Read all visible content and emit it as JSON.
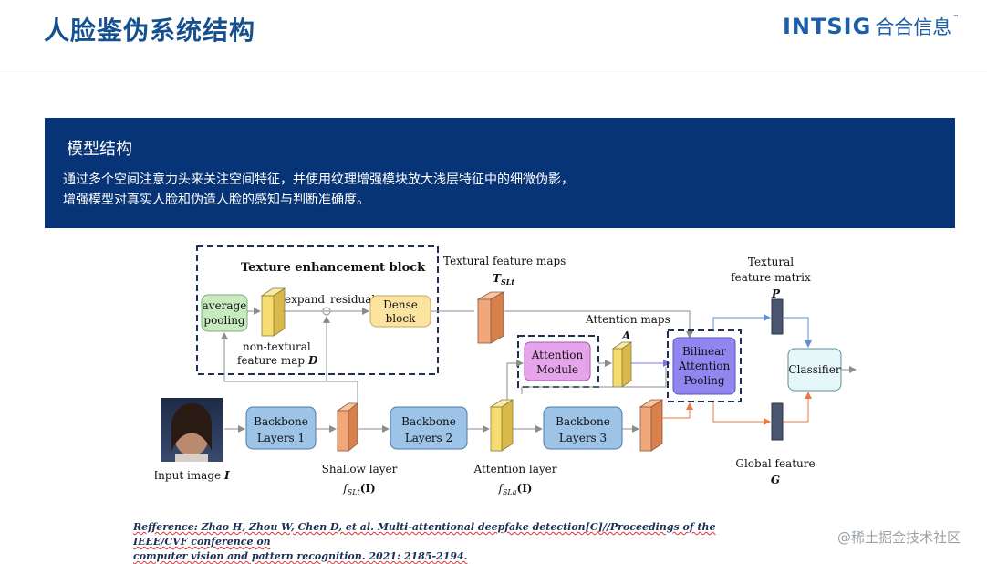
{
  "slide": {
    "title": "人脸鉴伪系统结构"
  },
  "logo": {
    "text": "INTSIG",
    "chinese": "合合信息",
    "tm": "™"
  },
  "panel": {
    "heading": "模型结构",
    "body_line1": "通过多个空间注意力头来关注空间特征，并使用纹理增强模块放大浅层特征中的细微伪影，",
    "body_line2": "增强模型对真实人脸和伪造人脸的感知与判断准确度。"
  },
  "diagram": {
    "texture_block_title": "Texture enhancement block",
    "average_pooling": [
      "average",
      "pooling"
    ],
    "expand": "expand",
    "residual": "residual",
    "dense_block": [
      "Dense",
      "block"
    ],
    "non_textural": [
      "non-textural",
      "feature map"
    ],
    "non_textural_symbol": "D",
    "textural_feature_maps": "Textural feature maps",
    "tsl_symbol": "T",
    "tsl_sub": "SLt",
    "attention_maps": "Attention maps",
    "attention_symbol": "A",
    "attention_module": [
      "Attention",
      "Module"
    ],
    "textural_feature_matrix": [
      "Textural",
      "feature matrix"
    ],
    "matrix_symbol": "P",
    "bilinear": [
      "Bilinear",
      "Attention",
      "Pooling"
    ],
    "classifier": "Classifier",
    "global_feature": "Global feature",
    "global_symbol": "G",
    "input_image": "Input image",
    "input_symbol": "I",
    "backbone1": [
      "Backbone",
      "Layers 1"
    ],
    "backbone2": [
      "Backbone",
      "Layers 2"
    ],
    "backbone3": [
      "Backbone",
      "Layers 3"
    ],
    "shallow_layer": "Shallow layer",
    "shallow_formula": "f",
    "shallow_sub": "SLt",
    "attention_layer": "Attention layer",
    "attention_formula": "f",
    "attention_sub": "SLa",
    "formula_arg": "(I)"
  },
  "reference": {
    "line1": "Refference: Zhao H, Zhou W, Chen D, et al. Multi-attentional deepfake detection[C]//Proceedings of the IEEE/CVF conference on",
    "line2": "computer vision and pattern recognition. 2021: 2185-2194."
  },
  "watermark": "@稀土掘金技术社区",
  "colors": {
    "title_blue": "#16508f",
    "panel_navy": "#063476",
    "slab_orange": "#f2a77a",
    "slab_yellow": "#f7dc6f",
    "backbone_blue": "#9dc3e6",
    "bilinear_purple": "#8f86f0",
    "attention_pink": "#e6a4ea",
    "avgpool_green": "#c8eabf",
    "dense_yellow": "#fbe4a0"
  }
}
